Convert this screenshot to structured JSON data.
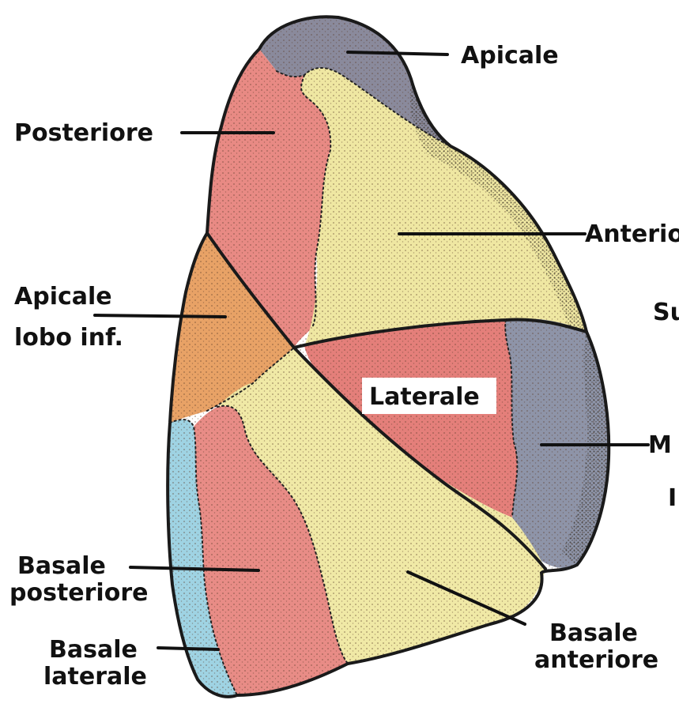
{
  "labels": {
    "apicale": "Apicale",
    "posteriore": "Posteriore",
    "anteriore": "Anterio",
    "apicale_lobo_inf_line1": "Apicale",
    "apicale_lobo_inf_line2": "lobo inf.",
    "superiore_cut": "Su",
    "laterale": "Laterale",
    "mediale_cut": "M",
    "inferiore_cut": "I",
    "basale_posteriore_line1": "Basale",
    "basale_posteriore_line2": "posteriore",
    "basale_laterale_line1": "Basale",
    "basale_laterale_line2": "laterale",
    "basale_anteriore_line1": "Basale",
    "basale_anteriore_line2": "anteriore"
  },
  "colors": {
    "apical_gray": "#8a8a9c",
    "posterior_pink": "#e88a84",
    "anterior_yellow": "#efe7a2",
    "apical_inf_orange": "#e8a266",
    "lateral_pink": "#e47f7a",
    "medial_gray": "#8e94a8",
    "basal_post_pink": "#e88c86",
    "basal_ant_yellow": "#f0e9a6",
    "basal_lat_blue": "#9fd3e3",
    "outline": "#1a1a1a"
  }
}
